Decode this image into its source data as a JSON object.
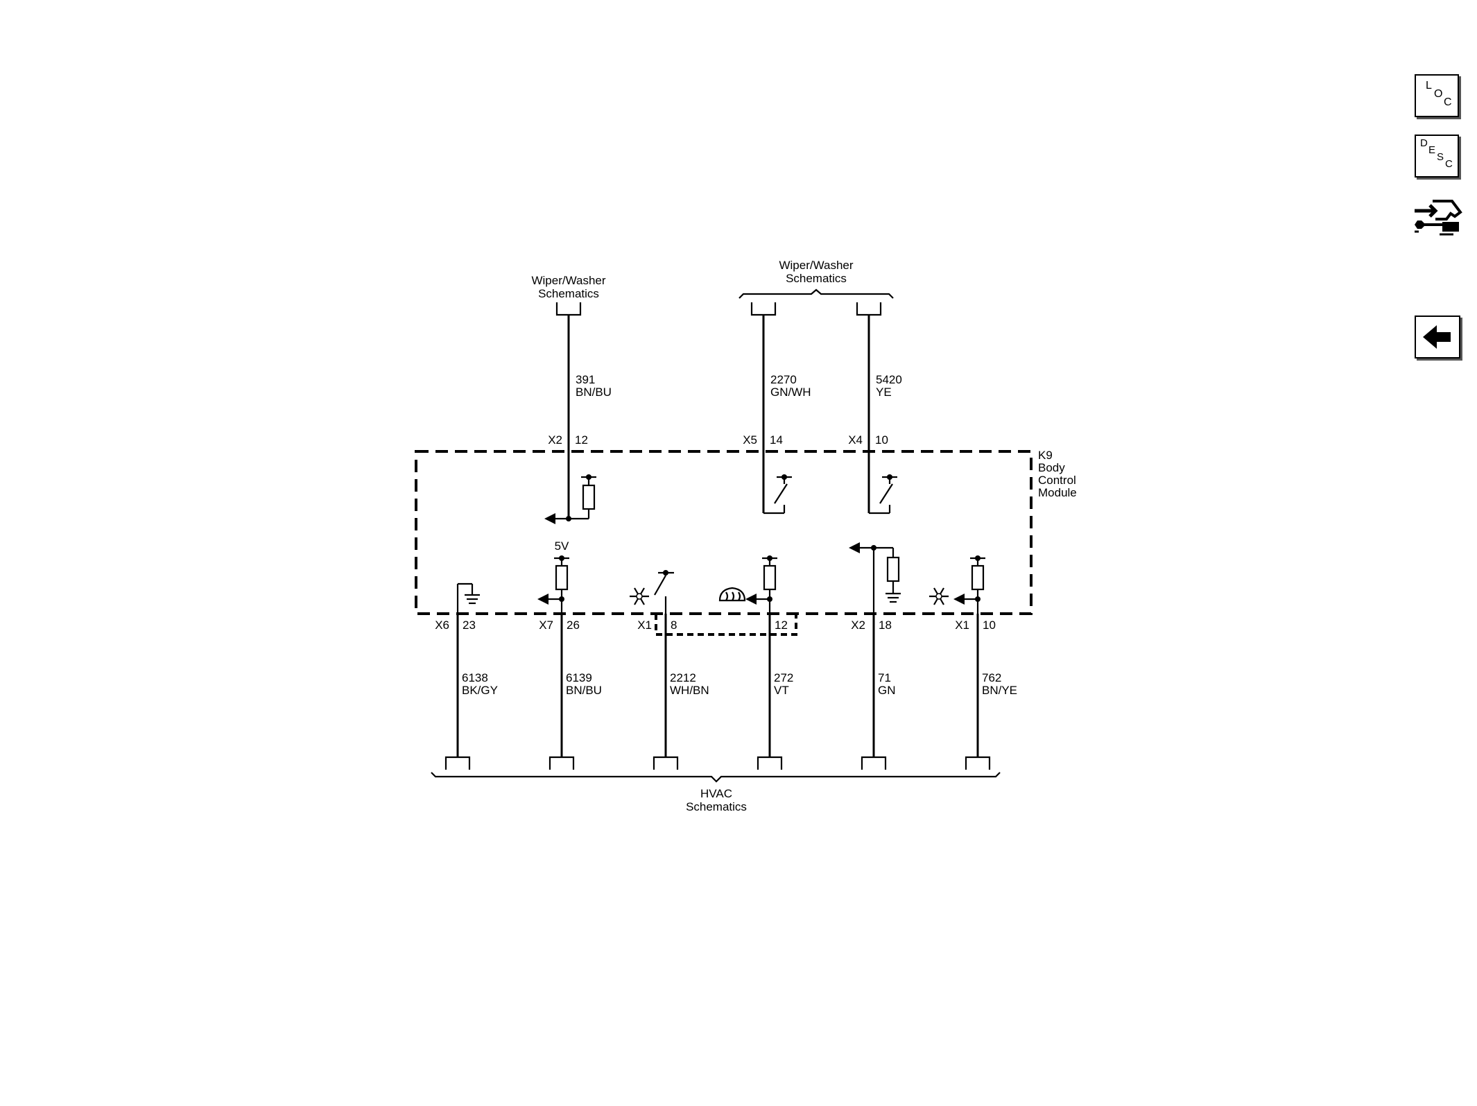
{
  "nav": {
    "loc": [
      "L",
      "O",
      "C"
    ],
    "desc": [
      "D",
      "E",
      "S",
      "C"
    ]
  },
  "top_labels": {
    "left_line1": "Wiper/Washer",
    "left_line2": "Schematics",
    "right_line1": "Wiper/Washer",
    "right_line2": "Schematics"
  },
  "bottom_label": {
    "line1": "HVAC",
    "line2": "Schematics"
  },
  "module": {
    "line1": "K9",
    "line2": "Body",
    "line3": "Control",
    "line4": "Module"
  },
  "supply_label": "5V",
  "top_circuits": [
    {
      "connector": "X2",
      "pin": "12",
      "circuit": "391",
      "color": "BN/BU"
    },
    {
      "connector": "X5",
      "pin": "14",
      "circuit": "2270",
      "color": "GN/WH"
    },
    {
      "connector": "X4",
      "pin": "10",
      "circuit": "5420",
      "color": "YE"
    }
  ],
  "bottom_circuits": [
    {
      "connector": "X6",
      "pin": "23",
      "circuit": "6138",
      "color": "BK/GY"
    },
    {
      "connector": "X7",
      "pin": "26",
      "circuit": "6139",
      "color": "BN/BU"
    },
    {
      "connector": "X1",
      "pin": "8",
      "circuit": "2212",
      "color": "WH/BN"
    },
    {
      "connector": "",
      "pin": "12",
      "circuit": "272",
      "color": "VT"
    },
    {
      "connector": "X2",
      "pin": "18",
      "circuit": "71",
      "color": "GN"
    },
    {
      "connector": "X1",
      "pin": "10",
      "circuit": "762",
      "color": "BN/YE"
    }
  ]
}
